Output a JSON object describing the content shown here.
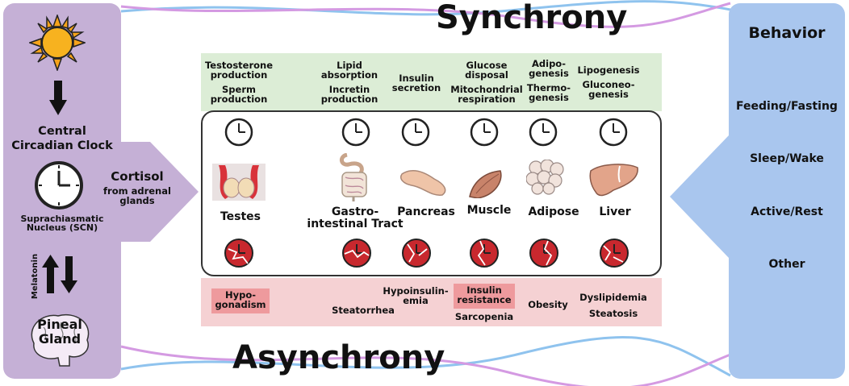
{
  "titles": {
    "top": "Synchrony",
    "bottom": "Asynchrony"
  },
  "left": {
    "clock_label": [
      "Central",
      "Circadian Clock"
    ],
    "scn_label": [
      "Suprachiasmatic",
      "Nucleus (SCN)"
    ],
    "melatonin": "Melatonin",
    "pineal": [
      "Pineal",
      "Gland"
    ],
    "cortisol": "Cortisol",
    "cortisol_sub": [
      "from adrenal",
      "glands"
    ]
  },
  "behavior": {
    "title": "Behavior",
    "items": [
      "Feeding/Fasting",
      "Sleep/Wake",
      "Active/Rest",
      "Other"
    ]
  },
  "functions": {
    "testosterone": [
      "Testosterone",
      "production"
    ],
    "sperm": [
      "Sperm",
      "production"
    ],
    "lipid": [
      "Lipid",
      "absorption"
    ],
    "incretin": [
      "Incretin",
      "production"
    ],
    "insulin": [
      "Insulin",
      "secretion"
    ],
    "glucose": [
      "Glucose",
      "disposal"
    ],
    "mito": [
      "Mitochondrial",
      "respiration"
    ],
    "adipo": [
      "Adipo-",
      "genesis"
    ],
    "thermo": [
      "Thermo-",
      "genesis"
    ],
    "lipo": "Lipogenesis",
    "gluconeo": [
      "Gluconeo-",
      "genesis"
    ]
  },
  "organs": {
    "testes": "Testes",
    "gi": [
      "Gastro-",
      "intestinal Tract"
    ],
    "pancreas": "Pancreas",
    "muscle": "Muscle",
    "adipose": "Adipose",
    "liver": "Liver"
  },
  "diseases": {
    "hypogonadism": [
      "Hypo-",
      "gonadism"
    ],
    "steatorrhea": "Steatorrhea",
    "hypoinsulinemia": [
      "Hypoinsulin-",
      "emia"
    ],
    "insulin_resistance": [
      "Insulin",
      "resistance"
    ],
    "sarcopenia": "Sarcopenia",
    "obesity": "Obesity",
    "dyslipidemia": "Dyslipidemia",
    "steatosis": "Steatosis"
  },
  "colors": {
    "left_panel": "#c5b0d6",
    "right_panel": "#a9c6ee",
    "green_band": "#dcedd6",
    "pink_band": "#f5d1d3",
    "highlight": "#ee9a9d",
    "broken_clock": "#c8282e",
    "wave_blue": "#8fc3ee",
    "wave_purple": "#d49ae2"
  }
}
